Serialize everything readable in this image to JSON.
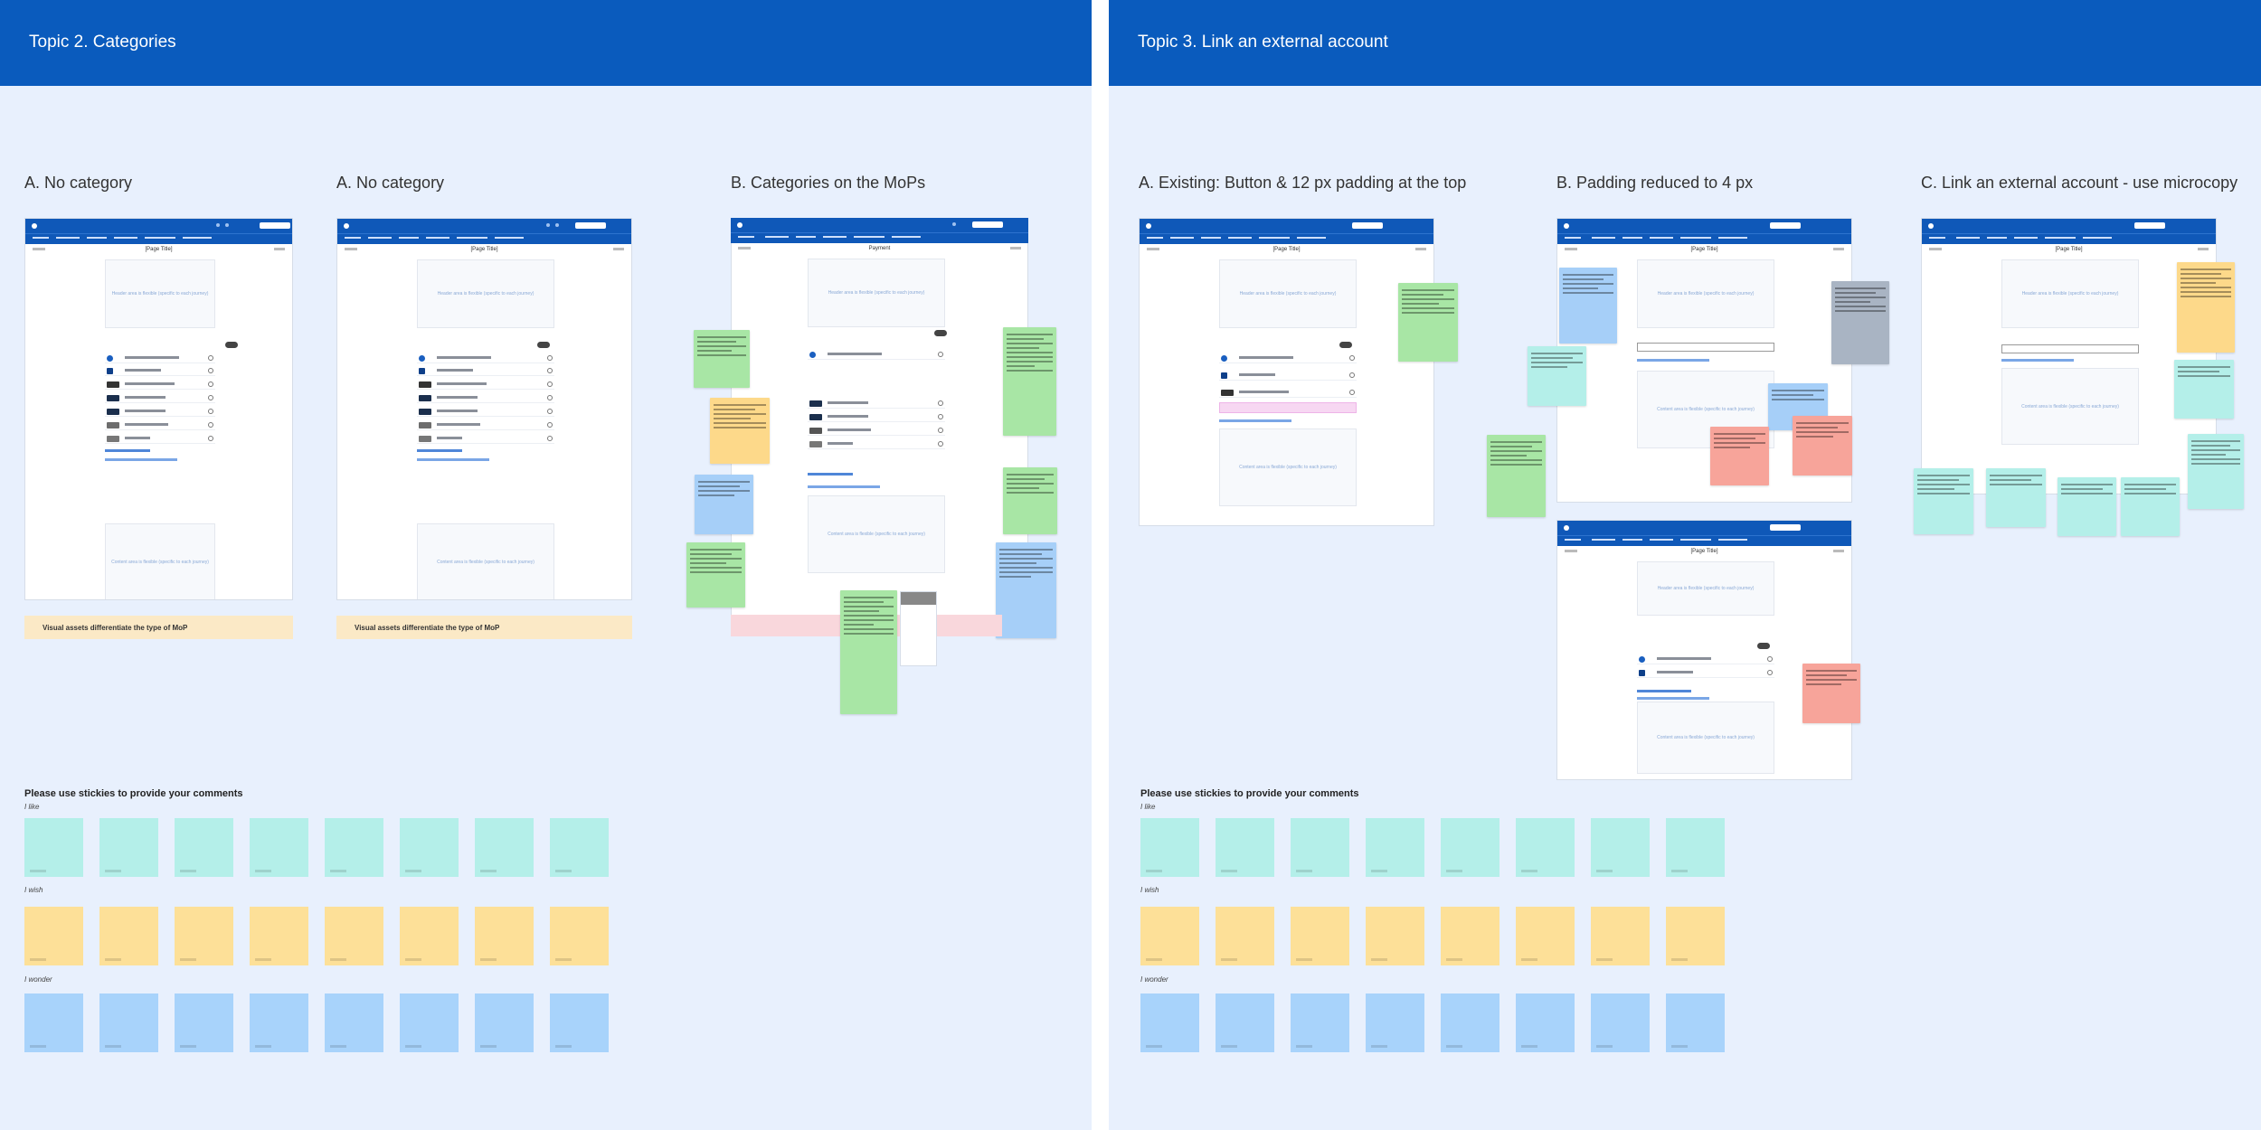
{
  "topics": [
    {
      "title": "Topic 2. Categories",
      "frames": [
        {
          "title": "A. No category",
          "caption": "Visual assets differentiate the type of MoP"
        },
        {
          "title": "A. No category",
          "caption": "Visual assets differentiate the type of MoP"
        },
        {
          "title": "B. Categories on the MoPs"
        }
      ],
      "comments_heading": "Please use stickies to provide your comments",
      "labels": [
        "I like",
        "I wish",
        "I wonder"
      ]
    },
    {
      "title": "Topic 3. Link an external account",
      "frames": [
        {
          "title": "A. Existing:  Button & 12 px padding at the top"
        },
        {
          "title": "B. Padding reduced to 4 px"
        },
        {
          "title": "C. Link an external account - use microcopy"
        }
      ],
      "comments_heading": "Please use stickies to provide your comments",
      "labels": [
        "I like",
        "I wish",
        "I wonder"
      ]
    }
  ],
  "mockup": {
    "page_title": "[Page Title]",
    "payment_title": "Payment",
    "header_area": "Header area is flexible (specific to each journey)",
    "content_area": "Content area is flexible (specific to each journey)"
  },
  "colors": {
    "banner": "#0a5bbd",
    "board": "#e8f0fd",
    "sticky_like": "#b4efe9",
    "sticky_wish": "#fde098",
    "sticky_wonder": "#a8d3fb"
  }
}
